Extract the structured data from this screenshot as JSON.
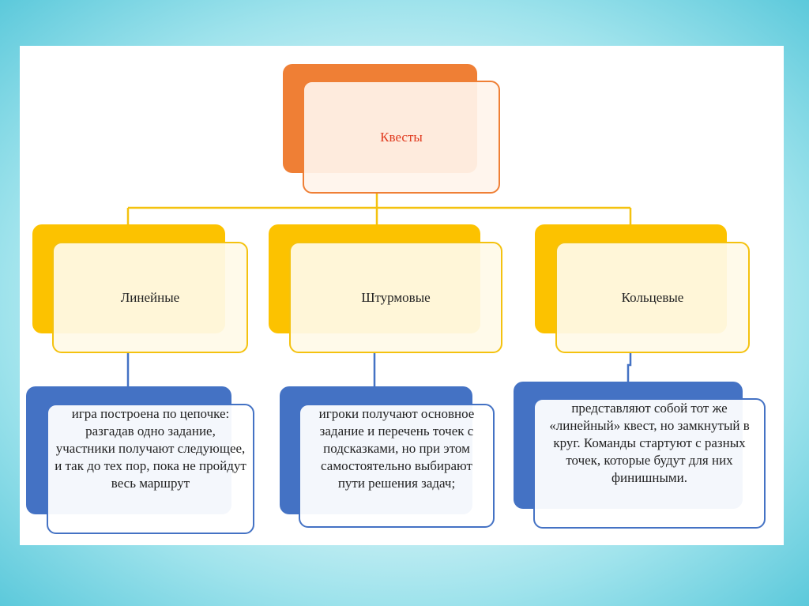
{
  "diagram": {
    "root": {
      "label": "Квесты"
    },
    "categories": [
      {
        "label": "Линейные",
        "description": "игра построена по цепочке: разгадав одно задание, участники получают следующее, и так до тех пор, пока не пройдут весь маршрут"
      },
      {
        "label": "Штурмовые",
        "description": "игроки получают основное задание и перечень точек с подсказками, но при этом самостоятельно выбирают пути решения задач;"
      },
      {
        "label": "Кольцевые",
        "description": "представляют собой тот же «линейный» квест, но замкнутый в круг. Команды стартуют с разных точек, которые будут для них финишными."
      }
    ],
    "colors": {
      "root": "#ef7f35",
      "root_text": "#e03a1e",
      "category": "#fcc200",
      "description": "#4472c4",
      "connector_top": "#f4c20f",
      "connector_bottom": "#4472c4"
    }
  }
}
